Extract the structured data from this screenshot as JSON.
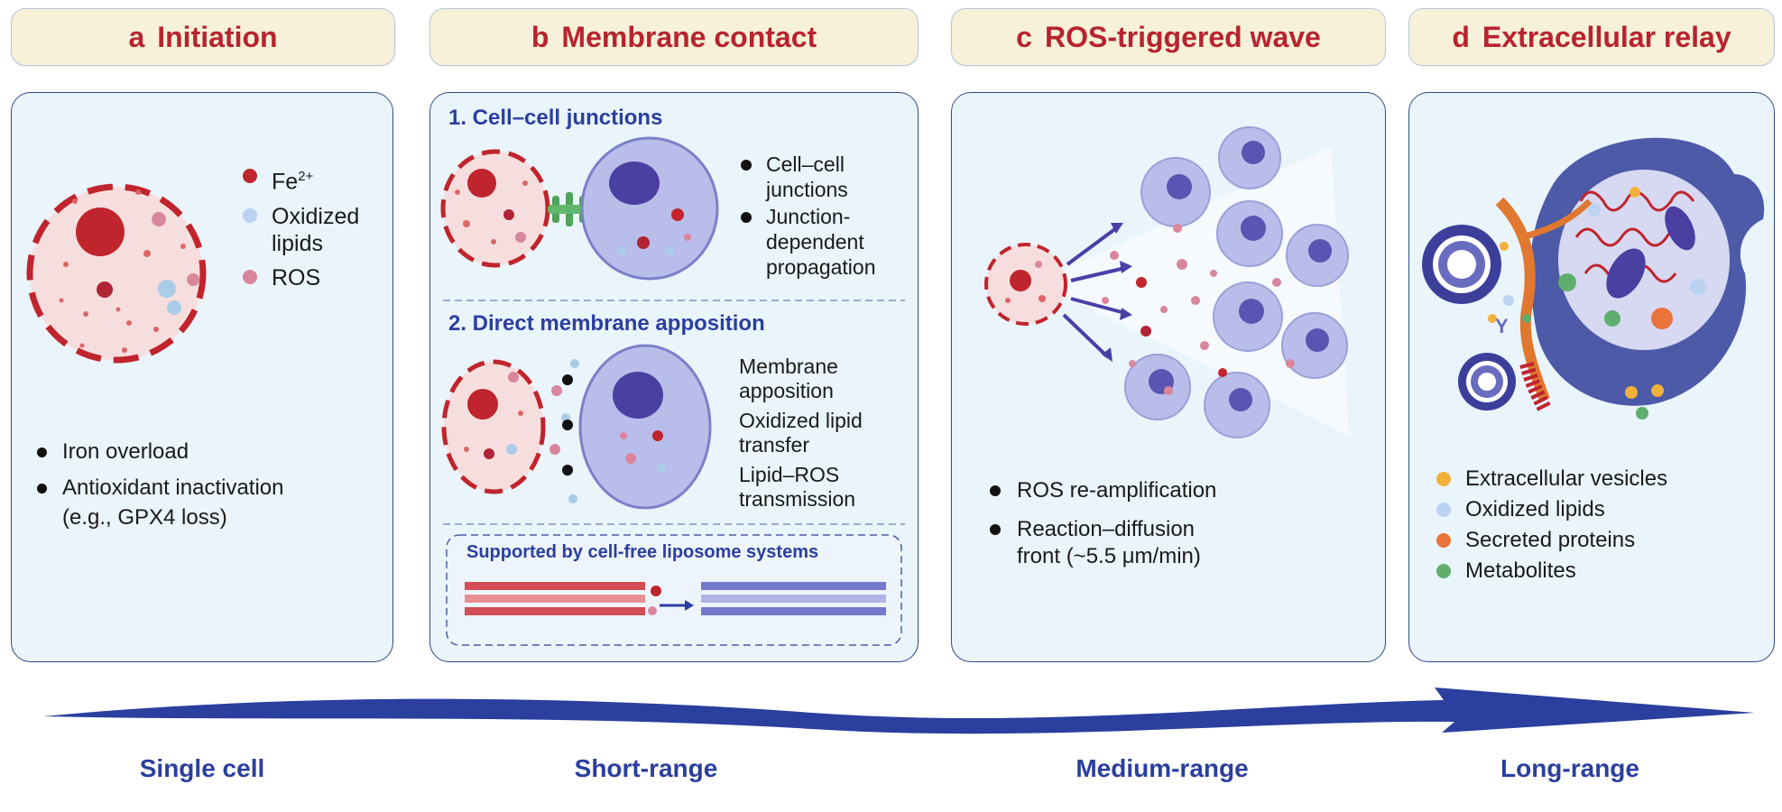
{
  "panels": {
    "a": {
      "letter": "a",
      "title": "Initiation",
      "legend": [
        "Fe",
        "Oxidized",
        "lipids",
        "ROS"
      ],
      "legend_superscript": "2+",
      "bullets": [
        "Iron overload",
        "Antioxidant inactivation"
      ],
      "bullet_continuation": "(e.g., GPX4 loss)"
    },
    "b": {
      "letter": "b",
      "title": "Membrane contact",
      "section1_title": "1. Cell–cell junctions",
      "section1_bullets": [
        [
          "Cell–cell",
          "junctions"
        ],
        [
          "Junction-",
          "dependent",
          "propagation"
        ]
      ],
      "section2_title": "2. Direct membrane apposition",
      "section2_bullets": [
        [
          "Membrane",
          "apposition"
        ],
        [
          "Oxidized lipid",
          "transfer"
        ],
        [
          "Lipid–ROS",
          "transmission"
        ]
      ],
      "liposome_title": "Supported by cell-free liposome systems"
    },
    "c": {
      "letter": "c",
      "title": "ROS-triggered wave",
      "bullets": [
        "ROS re-amplification",
        "Reaction–diffusion"
      ],
      "bullet_continuation": "front (~5.5 μm/min)"
    },
    "d": {
      "letter": "d",
      "title": "Extracellular relay",
      "legend": [
        {
          "label": "Extracellular vesicles",
          "color": "#f2b13a"
        },
        {
          "label": "Oxidized lipids",
          "color": "#b9d3f0"
        },
        {
          "label": "Secreted proteins",
          "color": "#e9733a"
        },
        {
          "label": "Metabolites",
          "color": "#5fae6e"
        }
      ]
    }
  },
  "scale_labels": [
    "Single cell",
    "Short-range",
    "Medium-range",
    "Long-range"
  ],
  "colors": {
    "ferroptotic_red": "#c0242c",
    "healthy_purple": "#8b8fd6",
    "accent_blue": "#2a3f9e",
    "header_fill": "#f6f1d8"
  }
}
